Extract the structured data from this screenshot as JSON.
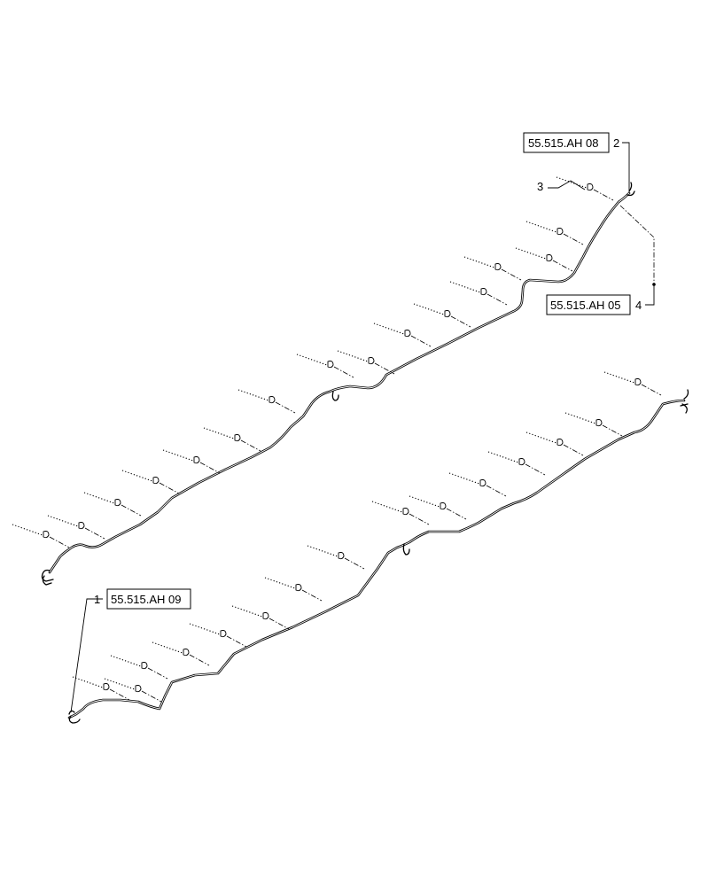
{
  "diagram": {
    "references": [
      {
        "id": "ref-ah08",
        "label": "55.515.AH 08",
        "item": "2"
      },
      {
        "id": "ref-ah05",
        "label": "55.515.AH 05",
        "item": "4"
      },
      {
        "id": "ref-ah09",
        "label": "55.515.AH 09",
        "item": "1"
      }
    ],
    "callouts": [
      {
        "id": "callout-3",
        "number": "3"
      }
    ]
  }
}
